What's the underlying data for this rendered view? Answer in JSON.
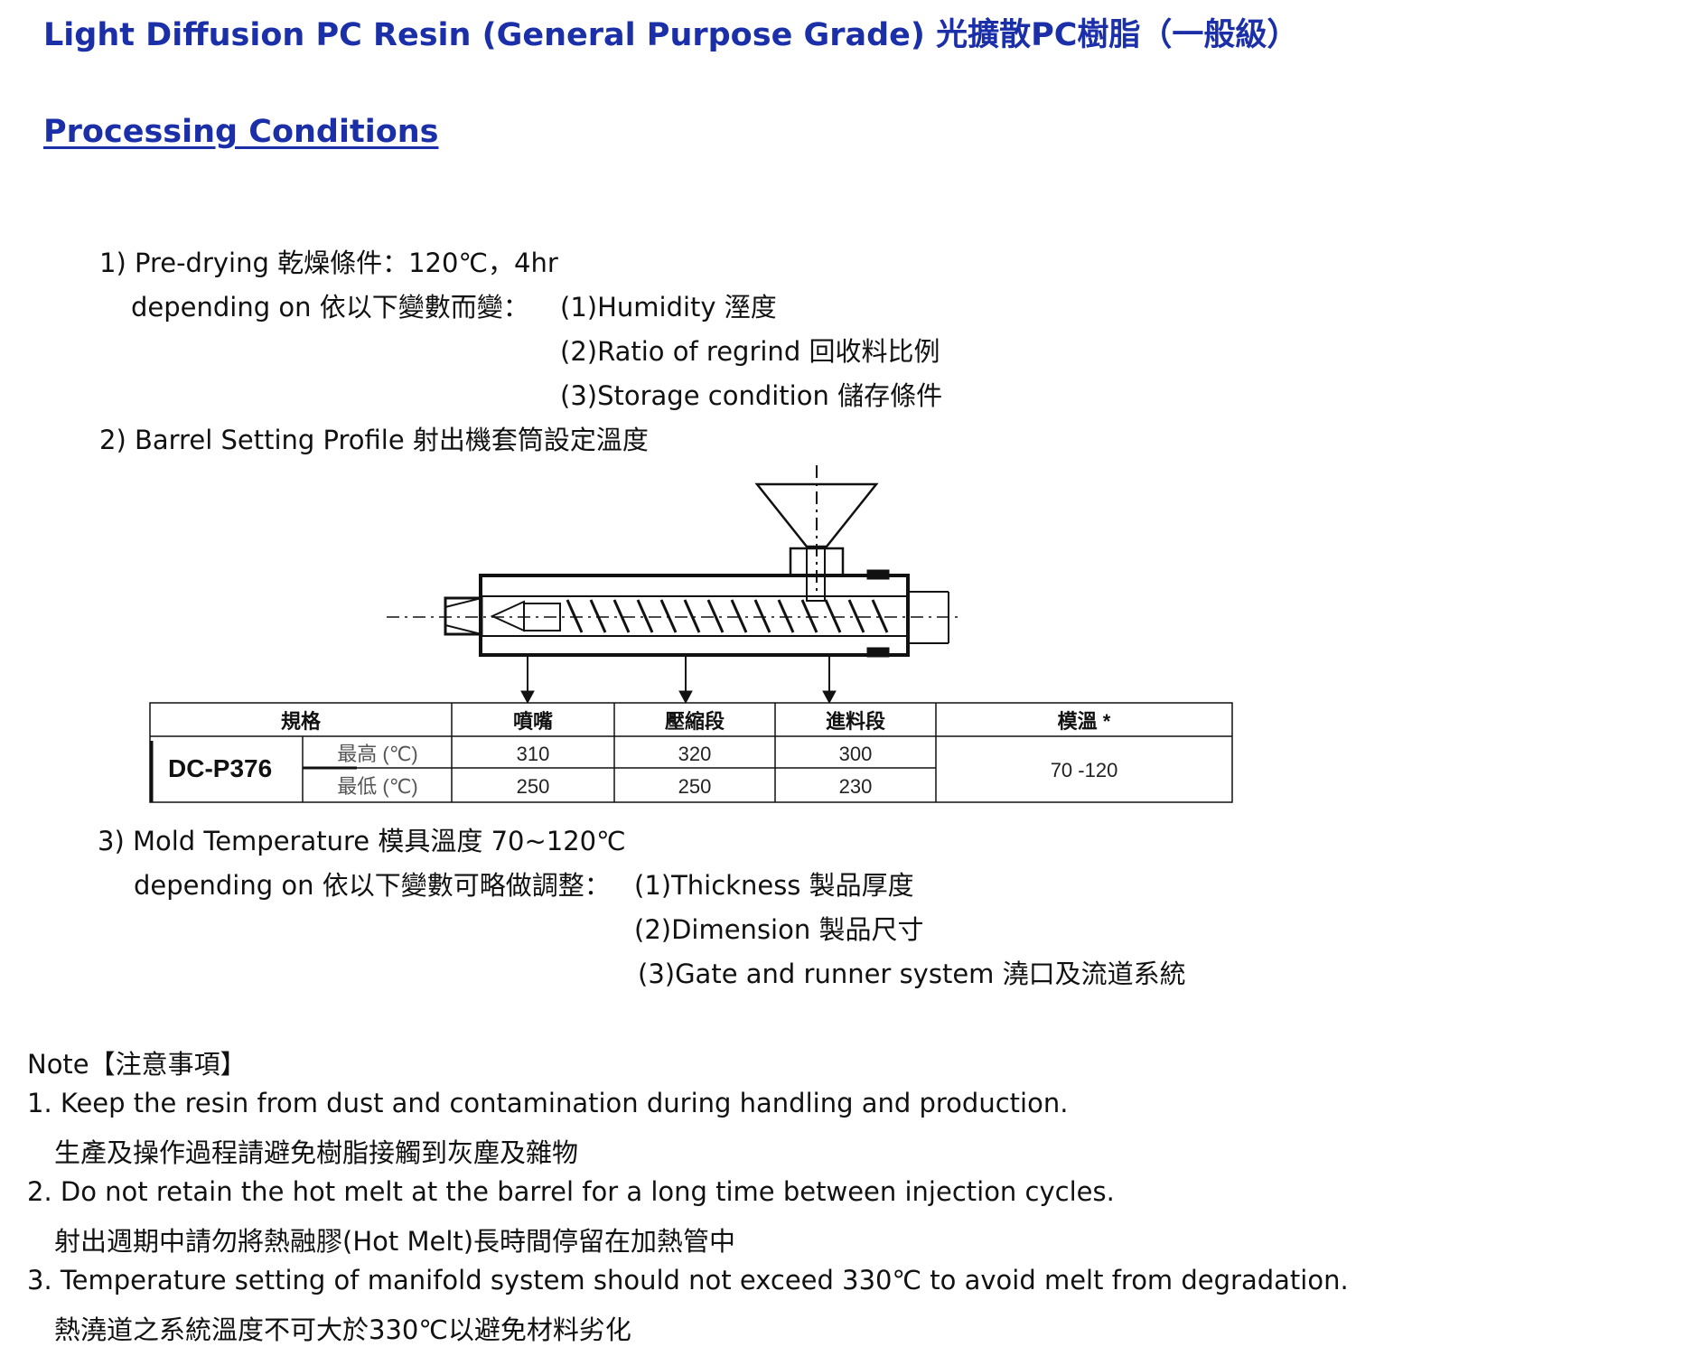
{
  "title": "Light Diffusion PC Resin (General Purpose Grade)   光擴散PC樹脂（一般級）",
  "subtitle": "Processing Conditions",
  "predrying": {
    "line1": "1) Pre-drying 乾燥條件：120℃，4hr",
    "depending": "depending on 依以下變數而變：",
    "items": [
      "(1)Humidity 溼度",
      "(2)Ratio of regrind 回收料比例",
      "(3)Storage condition 儲存條件"
    ]
  },
  "barrel": {
    "heading": "2)  Barrel Setting Profile 射出機套筒設定溫度",
    "table": {
      "headers": [
        "規格",
        "噴嘴",
        "壓縮段",
        "進料段",
        "模溫  *"
      ],
      "grade": "DC-P376",
      "max_label": "最高 (℃)",
      "min_label": "最低 (℃)",
      "max_values": [
        "310",
        "320",
        "300"
      ],
      "min_values": [
        "250",
        "250",
        "230"
      ],
      "mold_temp": "70 -120"
    }
  },
  "mold": {
    "line1": "3) Mold Temperature 模具溫度  70~120℃",
    "depending": "depending on 依以下變數可略做調整：",
    "items": [
      "(1)Thickness 製品厚度",
      "(2)Dimension 製品尺寸",
      "(3)Gate and runner system 澆口及流道系統"
    ]
  },
  "notes": {
    "heading": "Note【注意事項】",
    "items": [
      {
        "en": "1. Keep the resin from dust and contamination during handling and production.",
        "zh": "生產及操作過程請避免樹脂接觸到灰塵及雜物"
      },
      {
        "en": "2. Do not retain the hot melt at the barrel for a long time between injection cycles.",
        "zh": "射出週期中請勿將熱融膠(Hot Melt)長時間停留在加熱管中"
      },
      {
        "en": "3. Temperature setting of manifold system should not exceed 330℃ to avoid melt from degradation.",
        "zh": "熱澆道之系統溫度不可大於330℃以避免材料劣化"
      }
    ]
  }
}
